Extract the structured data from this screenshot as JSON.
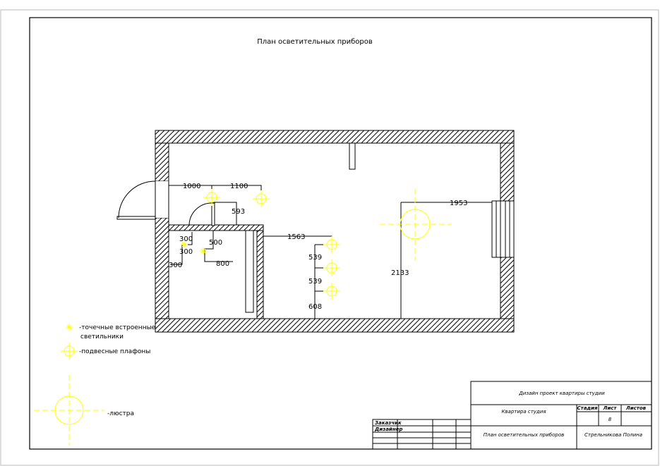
{
  "title": "План осветительных приборов",
  "dimensions": {
    "d1000": "1000",
    "d1100": "1100",
    "d593": "593",
    "d1953": "1953",
    "d1563": "1563",
    "d300a": "300",
    "d300b": "300",
    "d300c": "300",
    "d500": "500",
    "d800": "800",
    "d539a": "539",
    "d539b": "539",
    "d608": "608",
    "d2133": "2133"
  },
  "legend": {
    "spot_line1": "-точечные встроенные",
    "spot_line2": "светильники",
    "pendant": "-подвесные плафоны",
    "chandelier": "-люстра"
  },
  "title_block": {
    "project": "Дизайн проект квартиры студии",
    "object": "Квартира студия",
    "stage_header": "Стадия",
    "sheet_header": "Лист",
    "sheets_header": "Листов",
    "sheet_number": "8",
    "drawing_name": "План осветительных приборов",
    "author": "Стрельникова Полина",
    "customer_label": "Заказчик",
    "designer_label": "Дизайнер"
  },
  "colors": {
    "fixture": "#ffff00",
    "line": "#000000"
  }
}
